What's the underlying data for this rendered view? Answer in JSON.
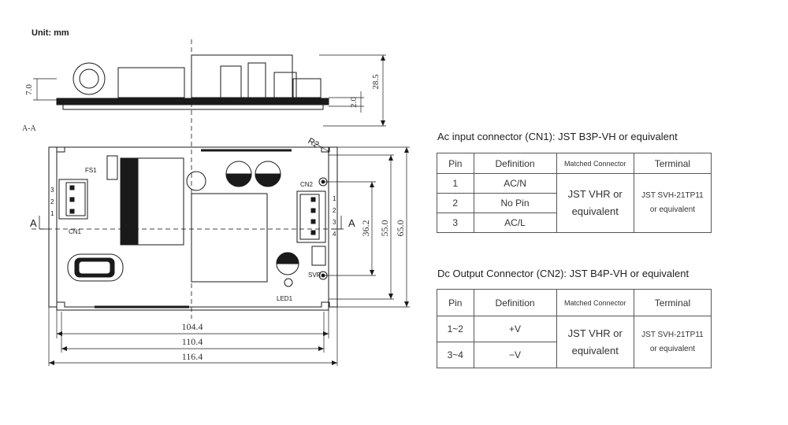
{
  "unit_label": "Unit: mm",
  "side_view": {
    "section_label": "A-A",
    "dims": {
      "h_left": "7.0",
      "h_pcb": "2.0",
      "h_total": "28.5"
    }
  },
  "top_view": {
    "labels": {
      "fs1": "FS1",
      "cn1": "CN1",
      "cn2": "CN2",
      "svr": "SVR",
      "led1": "LED1",
      "r2": "R2",
      "a_left": "A",
      "a_right": "A"
    },
    "cn1_pins": [
      "3",
      "2",
      "1"
    ],
    "cn2_pins": [
      "1",
      "2",
      "3",
      "4"
    ],
    "dims": {
      "w1": "104.4",
      "w2": "110.4",
      "w3": "116.4",
      "h1": "36.2",
      "h2": "55.0",
      "h3": "65.0"
    }
  },
  "cn1_table": {
    "title": "Ac input connector (CN1): JST B3P-VH or equivalent",
    "headers": [
      "Pin",
      "Definition",
      "Matched Connector",
      "Terminal"
    ],
    "rows": [
      {
        "pin": "1",
        "definition": "AC/N"
      },
      {
        "pin": "2",
        "definition": "No Pin"
      },
      {
        "pin": "3",
        "definition": "AC/L"
      }
    ],
    "matched": [
      "JST VHR or",
      "equivalent"
    ],
    "terminal": [
      "JST SVH-21TP11",
      "or equivalent"
    ]
  },
  "cn2_table": {
    "title": "Dc Output Connector (CN2): JST B4P-VH or equivalent",
    "headers": [
      "Pin",
      "Definition",
      "Matched Connector",
      "Terminal"
    ],
    "rows": [
      {
        "pin": "1~2",
        "definition": "+V"
      },
      {
        "pin": "3~4",
        "definition": "−V"
      }
    ],
    "matched": [
      "JST VHR or",
      "equivalent"
    ],
    "terminal": [
      "JST SVH-21TP11",
      "or equivalent"
    ]
  }
}
